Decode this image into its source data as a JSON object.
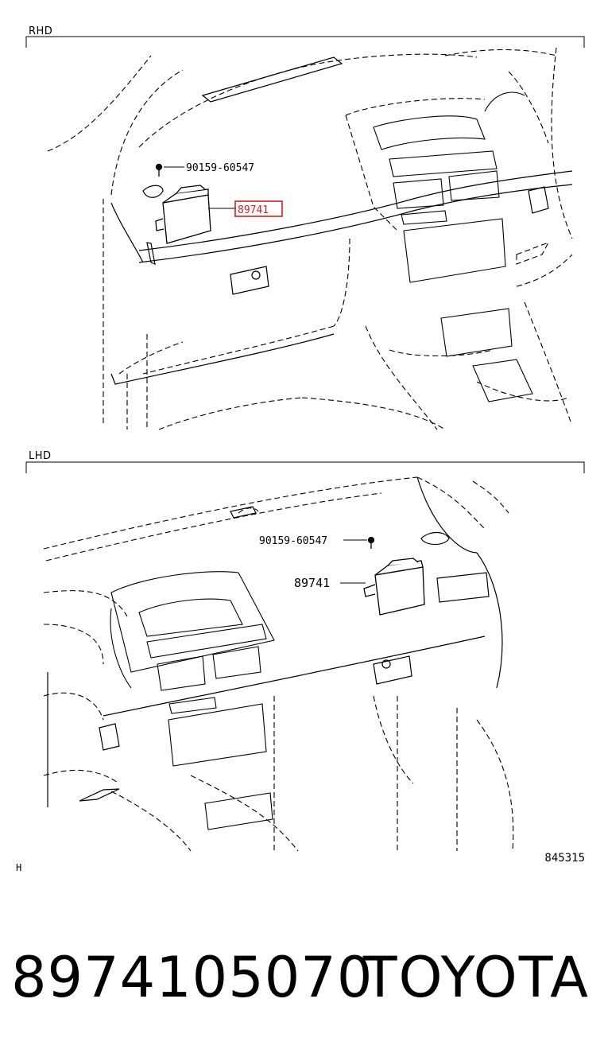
{
  "rhd": {
    "section_label": "RHD",
    "bolt_part": "90159-60547",
    "unit_part": "89741"
  },
  "lhd": {
    "section_label": "LHD",
    "bolt_part": "90159-60547",
    "unit_part": "89741"
  },
  "footer_left_code": "H",
  "illustration_code": "845315",
  "part_number": "8974105070",
  "brand": "TOYOTA",
  "highlight_color": "#d21f1f"
}
